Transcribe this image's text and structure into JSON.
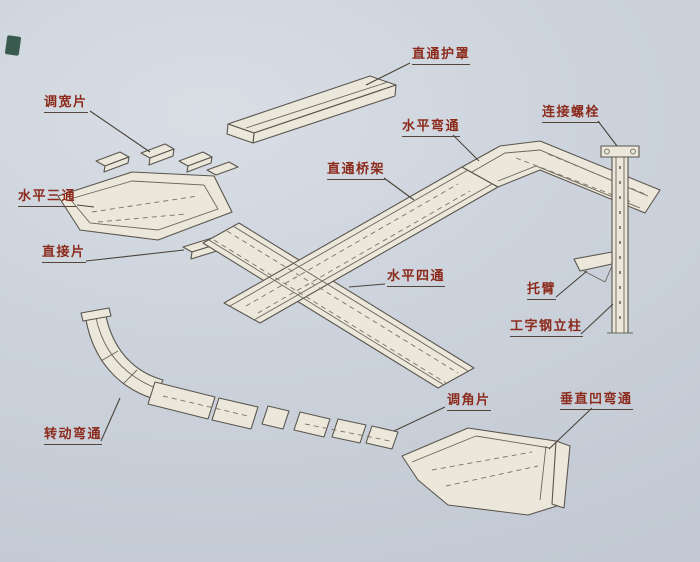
{
  "colors": {
    "background": "#ccd3dc",
    "label_text": "#8c2a1c",
    "line_art": "#5a554d",
    "tray_fill": "#ebe7db",
    "corner_mark": "#2d4f43"
  },
  "labels": [
    {
      "id": "straight-cover",
      "text": "直通护罩"
    },
    {
      "id": "width-adjust-piece",
      "text": "调宽片"
    },
    {
      "id": "horizontal-tee",
      "text": "水平三通"
    },
    {
      "id": "connector-piece",
      "text": "直接片"
    },
    {
      "id": "horizontal-bend",
      "text": "水平弯通"
    },
    {
      "id": "straight-tray",
      "text": "直通桥架"
    },
    {
      "id": "connecting-bolt",
      "text": "连接螺栓"
    },
    {
      "id": "horizontal-cross",
      "text": "水平四通"
    },
    {
      "id": "support-arm",
      "text": "托臂"
    },
    {
      "id": "i-beam-column",
      "text": "工字钢立柱"
    },
    {
      "id": "angle-adjust-piece",
      "text": "调角片"
    },
    {
      "id": "vertical-concave-bend",
      "text": "垂直凹弯通"
    },
    {
      "id": "rotating-bend",
      "text": "转动弯通"
    }
  ]
}
